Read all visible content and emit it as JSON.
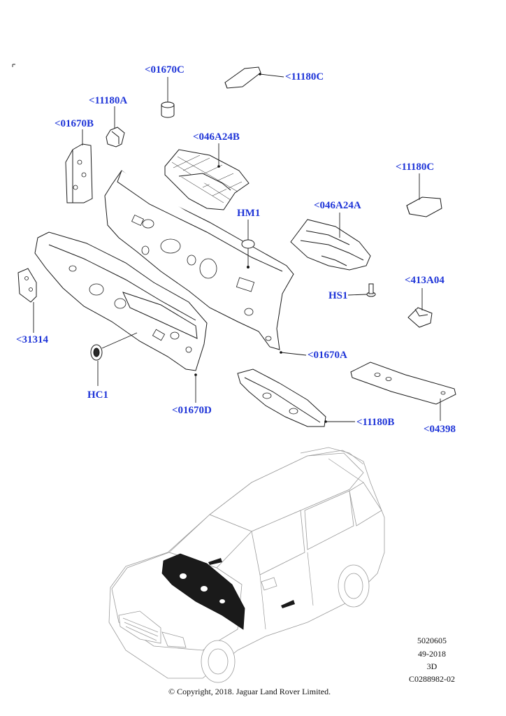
{
  "callouts": {
    "c01670C": "<01670C",
    "c11180C_top": "<11180C",
    "c11180A": "<11180A",
    "c01670B": "<01670B",
    "c046A24B": "<046A24B",
    "c11180C_right": "<11180C",
    "cHM1": "HM1",
    "c046A24A": "<046A24A",
    "c413A04": "<413A04",
    "cHS1": "HS1",
    "c31314": "<31314",
    "c01670A": "<01670A",
    "cHC1": "HC1",
    "c01670D": "<01670D",
    "c11180B": "<11180B",
    "c04398": "<04398"
  },
  "meta": {
    "code1": "5020605",
    "code2": "49-2018",
    "code3": "3D",
    "code4": "C0288982-02",
    "copyright": "© Copyright, 2018. Jaguar Land Rover Limited."
  },
  "colors": {
    "callout": "#1f35d8",
    "line": "#1a1a1a",
    "vehicle_outline": "#9a9a9a"
  }
}
